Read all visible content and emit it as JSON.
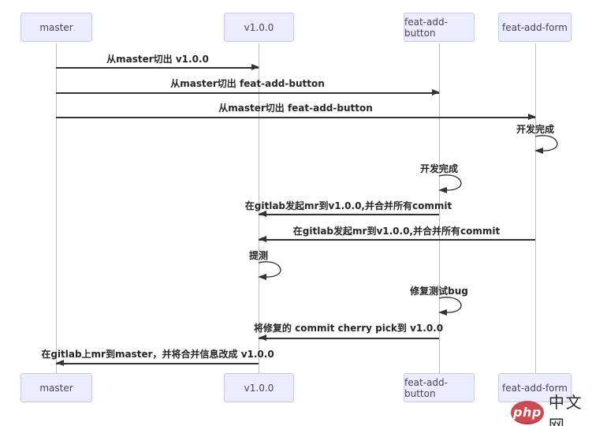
{
  "diagram": {
    "type": "sequence-diagram",
    "actors": [
      {
        "id": "master",
        "label": "master"
      },
      {
        "id": "v1.0.0",
        "label": "v1.0.0"
      },
      {
        "id": "feat-add-button",
        "label": "feat-add-button"
      },
      {
        "id": "feat-add-form",
        "label": "feat-add-form"
      }
    ],
    "messages": [
      {
        "type": "arrow",
        "from": "master",
        "to": "v1.0.0",
        "text": "从master切出 v1.0.0"
      },
      {
        "type": "arrow",
        "from": "master",
        "to": "feat-add-button",
        "text": "从master切出 feat-add-button"
      },
      {
        "type": "arrow",
        "from": "master",
        "to": "feat-add-form",
        "text": "从master切出 feat-add-button"
      },
      {
        "type": "self",
        "actor": "feat-add-form",
        "text": "开发完成"
      },
      {
        "type": "self",
        "actor": "feat-add-button",
        "text": "开发完成"
      },
      {
        "type": "arrow",
        "from": "feat-add-button",
        "to": "v1.0.0",
        "text": "在gitlab发起mr到v1.0.0,并合并所有commit"
      },
      {
        "type": "arrow",
        "from": "feat-add-form",
        "to": "v1.0.0",
        "text": "在gitlab发起mr到v1.0.0,并合并所有commit"
      },
      {
        "type": "self",
        "actor": "v1.0.0",
        "text": "提测"
      },
      {
        "type": "self",
        "actor": "feat-add-button",
        "text": "修复测试bug"
      },
      {
        "type": "arrow",
        "from": "feat-add-button",
        "to": "v1.0.0",
        "text": "将修复的 commit cherry pick到 v1.0.0"
      },
      {
        "type": "arrow",
        "from": "v1.0.0",
        "to": "master",
        "text": "在gitlab上mr到master，并将合并信息改成 v1.0.0"
      }
    ]
  },
  "watermark": {
    "logo_text": "php",
    "site_text": "中文网"
  },
  "colors": {
    "actor_fill": "#ECECFF",
    "actor_border": "#c8c8e6",
    "message_line": "#333333",
    "lifeline": "#bcbcc4",
    "message_text": "#262626",
    "watermark_red": "#ce4a52",
    "watermark_text": "#2b2b2b"
  }
}
